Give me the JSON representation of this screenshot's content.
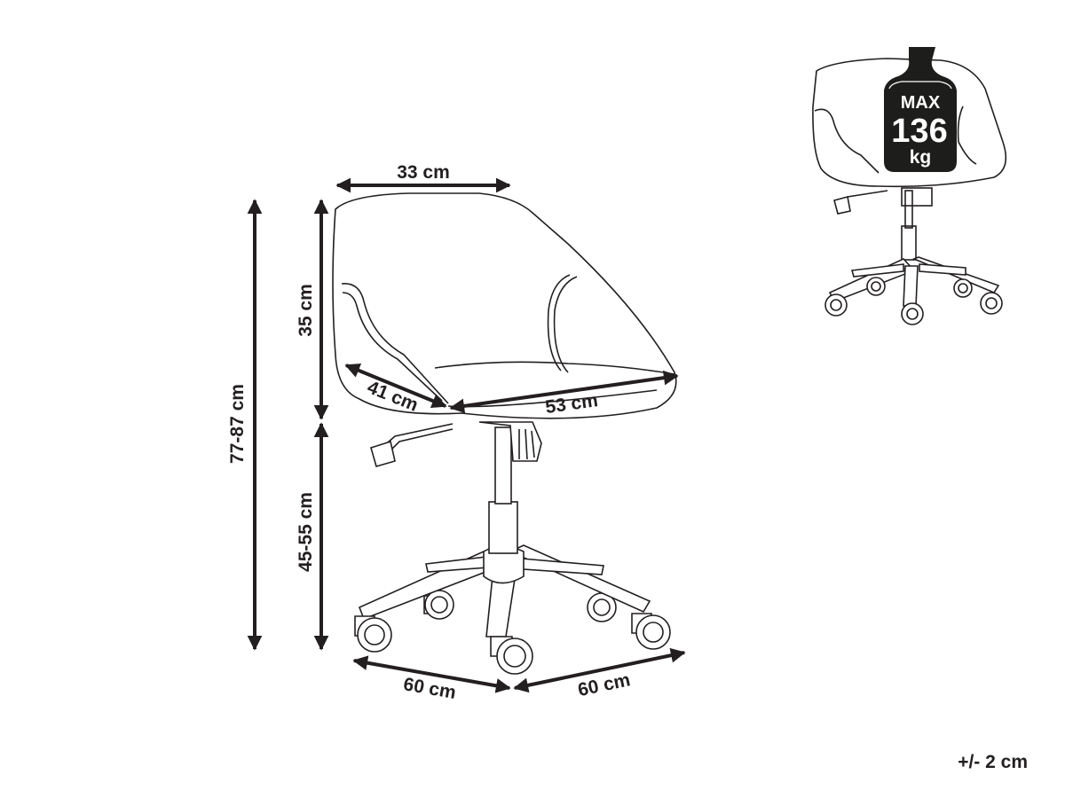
{
  "dimensions": {
    "seat_width_top": "33 cm",
    "back_height": "35 cm",
    "total_height": "77-87 cm",
    "seat_depth": "41 cm",
    "seat_width": "53 cm",
    "seat_height": "45-55 cm",
    "base_depth": "60 cm",
    "base_width": "60 cm"
  },
  "weight_badge": {
    "top": "MAX",
    "value": "136",
    "unit": "kg"
  },
  "tolerance": "+/- 2 cm"
}
